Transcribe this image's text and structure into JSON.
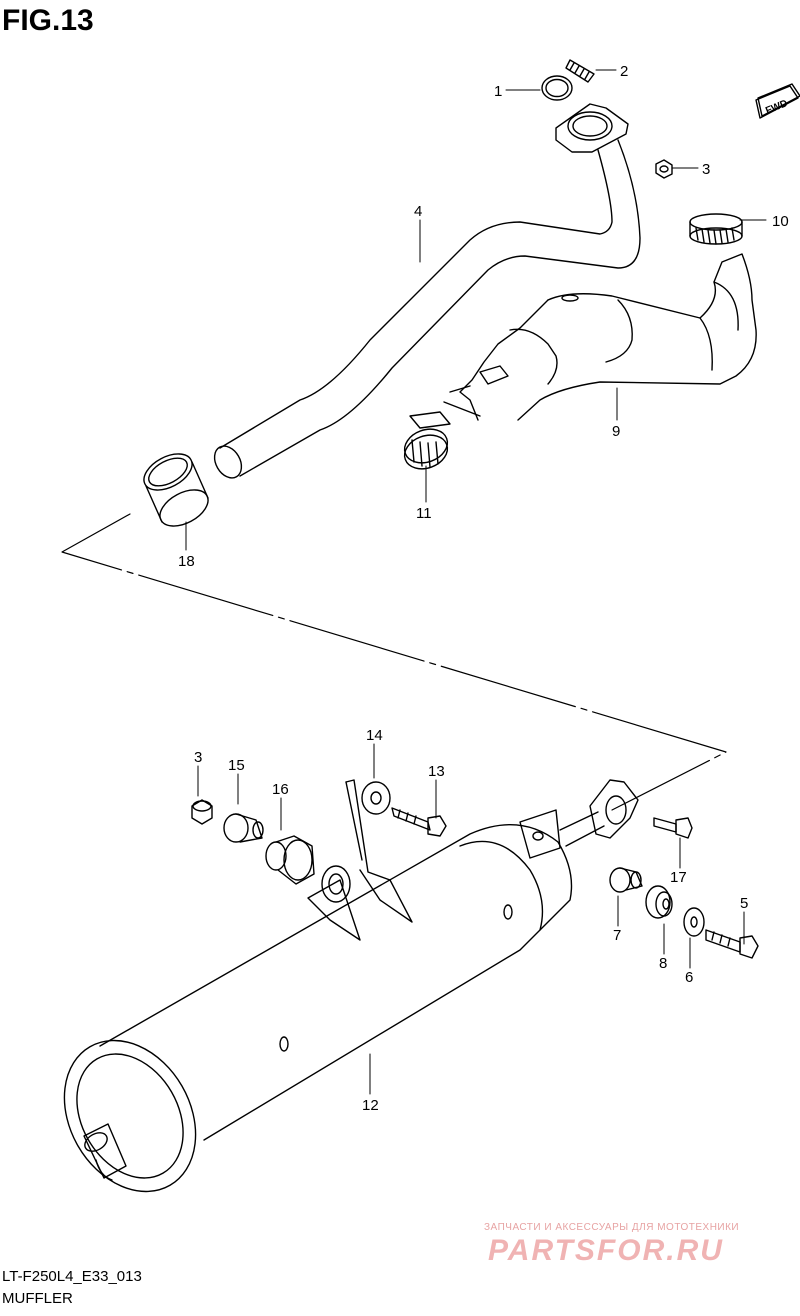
{
  "figure": {
    "title": "FIG.13"
  },
  "fwd_label": "FWD",
  "callouts": {
    "c1": "1",
    "c2": "2",
    "c3a": "3",
    "c4": "4",
    "c9": "9",
    "c10": "10",
    "c11": "11",
    "c18": "18",
    "c3b": "3",
    "c15": "15",
    "c16": "16",
    "c14": "14",
    "c13": "13",
    "c17": "17",
    "c5": "5",
    "c7": "7",
    "c8": "8",
    "c6": "6",
    "c12": "12"
  },
  "footer": {
    "model_code": "LT-F250L4_E33_013",
    "section": "MUFFLER"
  },
  "watermark": {
    "tagline": "ЗАПЧАСТИ И АКСЕССУАРЫ ДЛЯ МОТОТЕХНИКИ",
    "brand": "PARTSFOR.RU"
  },
  "colors": {
    "line": "#000000",
    "watermark": "#e7a3a3"
  }
}
